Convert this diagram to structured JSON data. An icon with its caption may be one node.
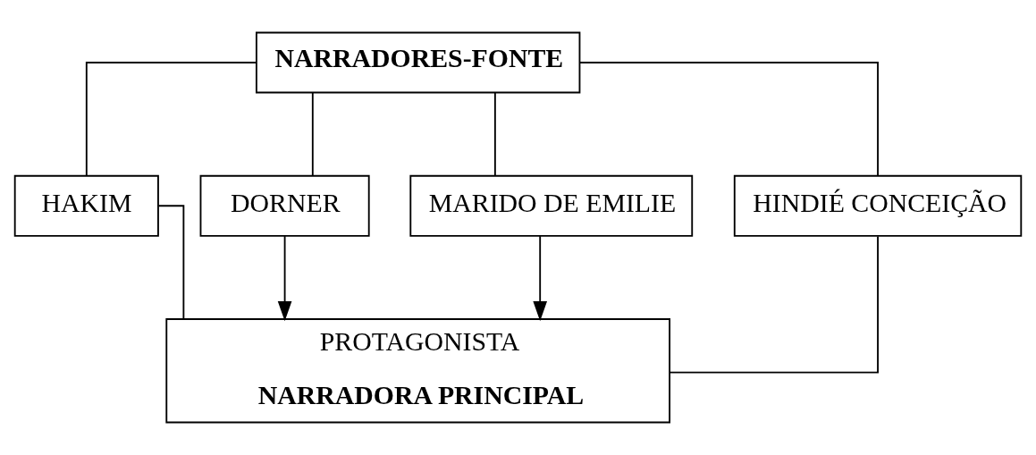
{
  "diagram": {
    "nodes": [
      {
        "text": [
          "NARRADORES-FONTE"
        ]
      },
      {
        "text": [
          "HAKIM"
        ]
      },
      {
        "text": [
          "DORNER"
        ]
      },
      {
        "text": [
          "MARIDO DE EMILIE"
        ]
      },
      {
        "text": [
          "HINDIÉ CONCEIÇÃO"
        ]
      },
      {
        "text": [
          "PROTAGONISTA",
          "NARRADORA PRINCIPAL"
        ]
      }
    ],
    "edges": [
      {
        "from": 0,
        "to": 1,
        "arrow": "none"
      },
      {
        "from": 0,
        "to": 2,
        "arrow": "none"
      },
      {
        "from": 0,
        "to": 3,
        "arrow": "none"
      },
      {
        "from": 0,
        "to": 4,
        "arrow": "none"
      },
      {
        "from": 2,
        "to": 5,
        "arrow": "to"
      },
      {
        "from": 3,
        "to": 5,
        "arrow": "to"
      },
      {
        "from": 1,
        "to": 5,
        "arrow": "none"
      },
      {
        "from": 4,
        "to": 5,
        "arrow": "none"
      }
    ]
  }
}
